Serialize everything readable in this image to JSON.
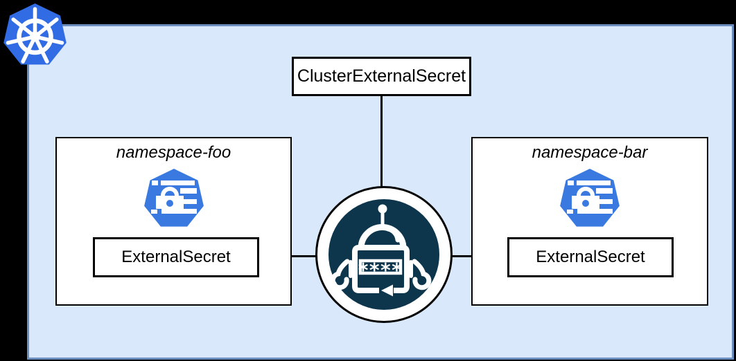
{
  "colors": {
    "background": "#000000",
    "cluster_fill": "#dae8fc",
    "cluster_border": "#6c8ebf",
    "kubernetes_blue": "#326ce5",
    "icon_blue": "#3a7ae0",
    "operator_navy": "#0d364d",
    "node_fill": "#ffffff",
    "node_border": "#000000",
    "connector": "#000000"
  },
  "cluster": {
    "logo_icon": "kubernetes-logo-icon",
    "label": "ClusterExternalSecret"
  },
  "namespaces": [
    {
      "title": "namespace-foo",
      "icon": "external-secret-crd-icon",
      "resource_label": "ExternalSecret"
    },
    {
      "title": "namespace-bar",
      "icon": "external-secret-crd-icon",
      "resource_label": "ExternalSecret"
    }
  ],
  "operator": {
    "icon": "external-secrets-operator-robot-icon",
    "password_text": "****"
  }
}
